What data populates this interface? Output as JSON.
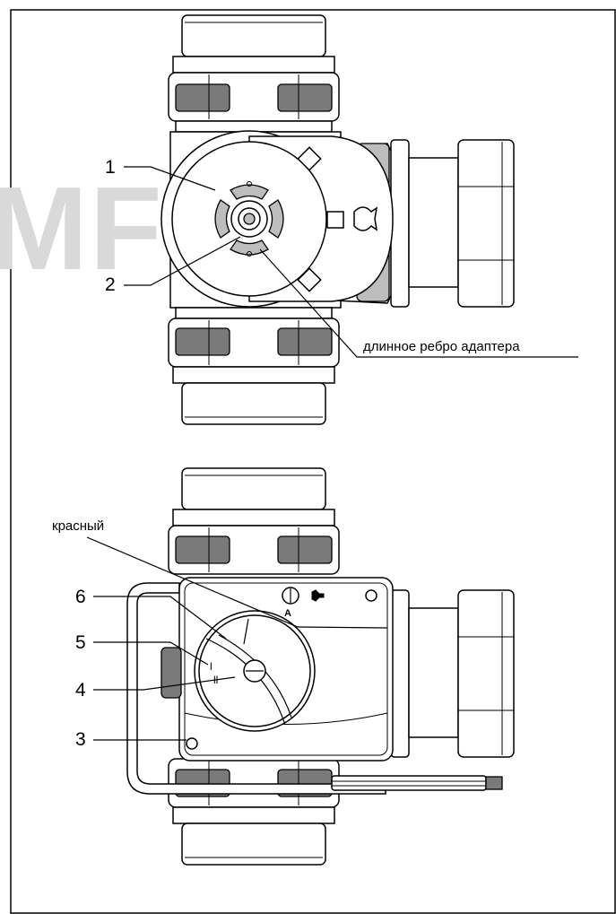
{
  "watermark": "MFORT",
  "top_view": {
    "callouts": [
      {
        "number": "1"
      },
      {
        "number": "2"
      }
    ],
    "adapter_label": "длинное ребро адаптера"
  },
  "bottom_view": {
    "red_label": "красный",
    "callouts": [
      {
        "number": "6"
      },
      {
        "number": "5"
      },
      {
        "number": "4"
      },
      {
        "number": "3"
      }
    ],
    "dial_letter": "A"
  }
}
